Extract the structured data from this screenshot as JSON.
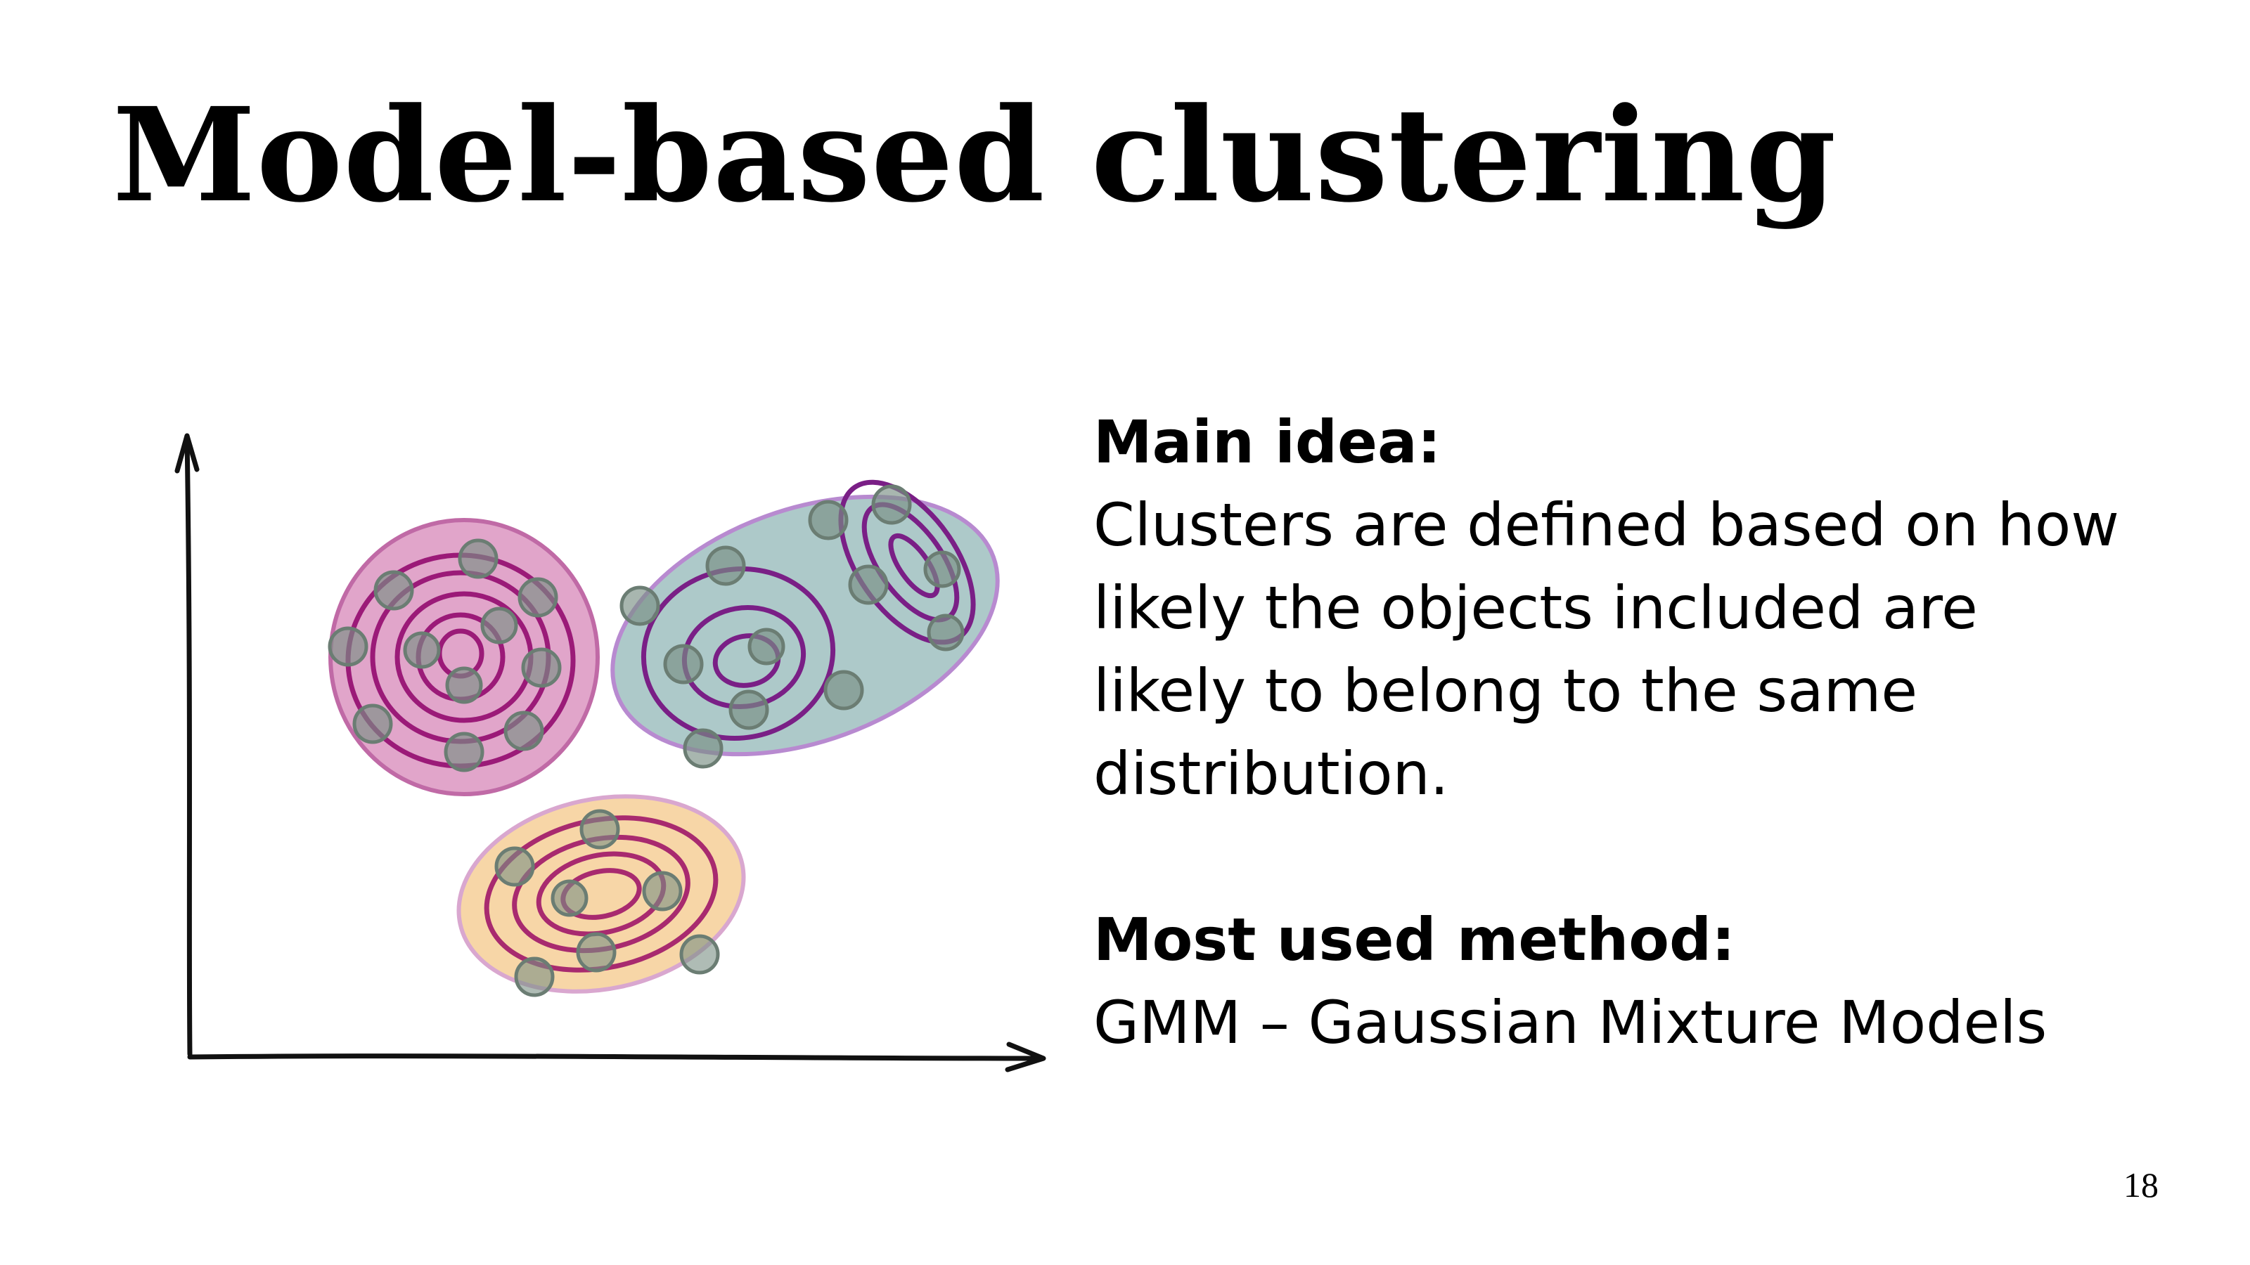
{
  "slide": {
    "title": "Model-based clustering",
    "main_idea_heading": "Main idea:",
    "main_idea_text": "Clusters are defined based on how likely the objects included are likely to belong to the same distribution.",
    "method_heading": "Most used method:",
    "method_text": "GMM – Gaussian Mixture Models",
    "page_number": "18"
  },
  "illustration": {
    "clusters": [
      {
        "name": "pink-cluster",
        "fill": "#d98fbd",
        "ring_color": "#9b1a78"
      },
      {
        "name": "teal-cluster",
        "fill": "#9fbfc0",
        "ring_color": "#7a1f86"
      },
      {
        "name": "orange-cluster",
        "fill": "#f6d29d",
        "ring_color": "#a82a6f"
      }
    ],
    "point_color": "#7a8f84",
    "axis_color": "#111111"
  }
}
